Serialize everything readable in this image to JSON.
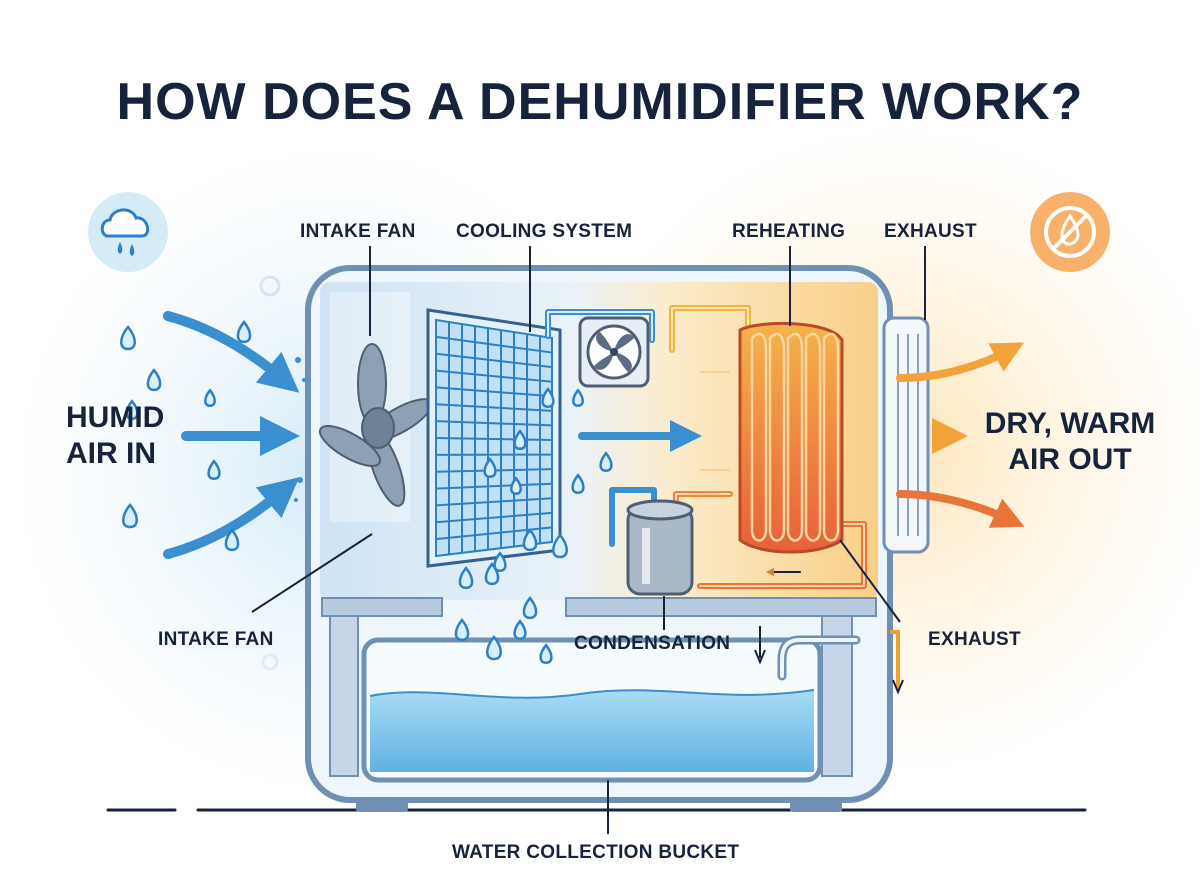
{
  "title": "HOW DOES A DEHUMIDIFIER WORK?",
  "labels": {
    "humid_in_line1": "HUMID",
    "humid_in_line2": "AIR IN",
    "dry_out_line1": "DRY, WARM",
    "dry_out_line2": "AIR OUT",
    "intake_fan_top": "INTAKE FAN",
    "cooling_system": "COOLING SYSTEM",
    "reheating": "REHEATING",
    "exhaust_top": "EXHAUST",
    "intake_fan_bottom": "INTAKE FAN",
    "condensation": "CONDENSATION",
    "exhaust_bottom": "EXHAUST",
    "water_bucket": "WATER COLLECTION BUCKET"
  },
  "icons": {
    "humid": "cloud-rain-icon",
    "dry": "no-water-drop-icon"
  },
  "colors": {
    "title": "#16233b",
    "cool": "#3a8fd0",
    "warm": "#f0a030",
    "hot": "#e8643a",
    "water": "#7cc4ec",
    "frame": "#6f8fb3"
  }
}
